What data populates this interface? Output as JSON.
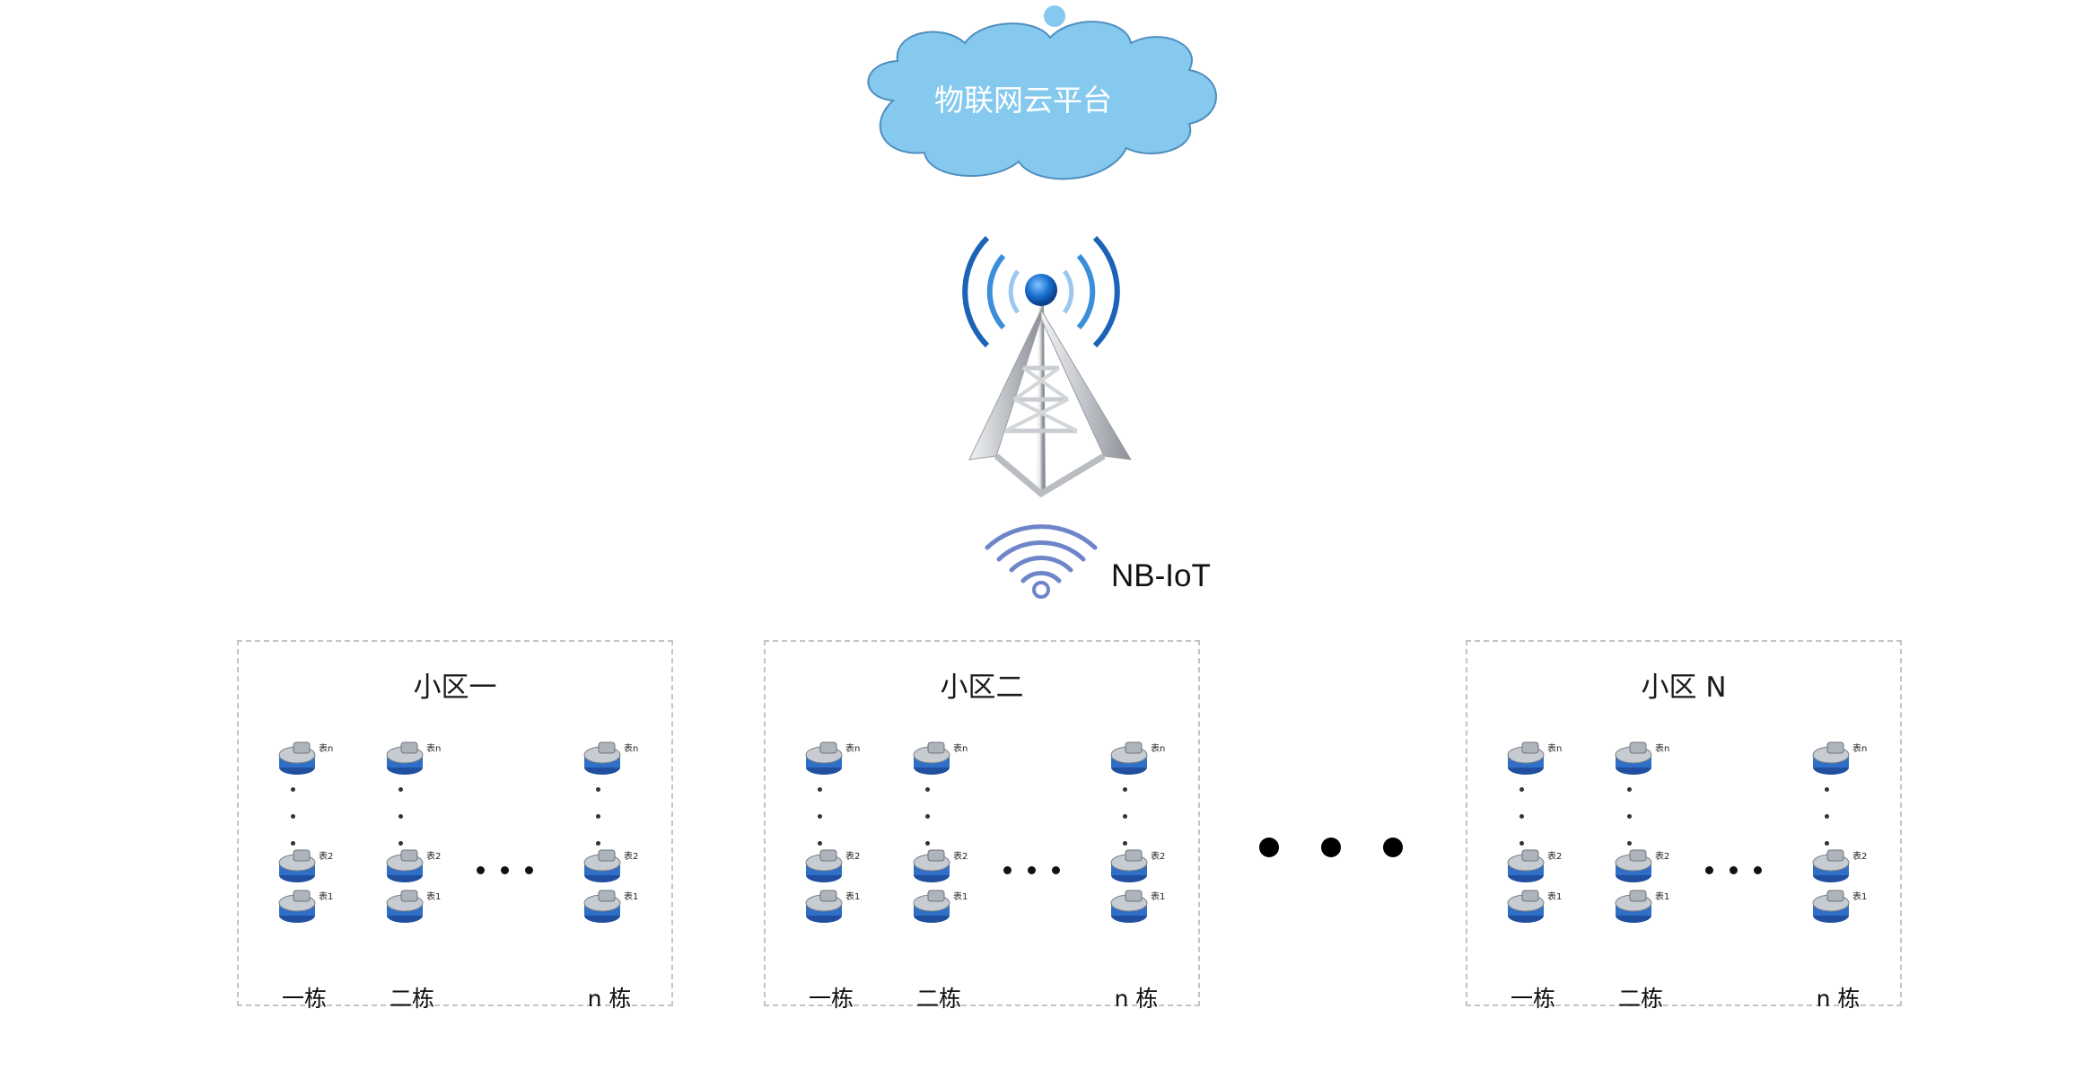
{
  "cloud": {
    "label": "物联网云平台",
    "fill": "#86c9ee",
    "stroke": "#4f8fc0"
  },
  "network": {
    "label": "NB-IoT",
    "wifi_color": "#6e86c9"
  },
  "districts": [
    {
      "title": "小区一",
      "buildings": [
        {
          "label": "一栋",
          "meters": [
            "表n",
            "表2",
            "表1"
          ]
        },
        {
          "label": "二栋",
          "meters": [
            "表n",
            "表2",
            "表1"
          ]
        },
        {
          "label": "n 栋",
          "meters": [
            "表n",
            "表2",
            "表1"
          ]
        }
      ]
    },
    {
      "title": "小区二",
      "buildings": [
        {
          "label": "一栋",
          "meters": [
            "表n",
            "表2",
            "表1"
          ]
        },
        {
          "label": "二栋",
          "meters": [
            "表n",
            "表2",
            "表1"
          ]
        },
        {
          "label": "n 栋",
          "meters": [
            "表n",
            "表2",
            "表1"
          ]
        }
      ]
    },
    {
      "title": "小区 N",
      "buildings": [
        {
          "label": "一栋",
          "meters": [
            "表n",
            "表2",
            "表1"
          ]
        },
        {
          "label": "二栋",
          "meters": [
            "表n",
            "表2",
            "表1"
          ]
        },
        {
          "label": "n 栋",
          "meters": [
            "表n",
            "表2",
            "表1"
          ]
        }
      ]
    }
  ]
}
